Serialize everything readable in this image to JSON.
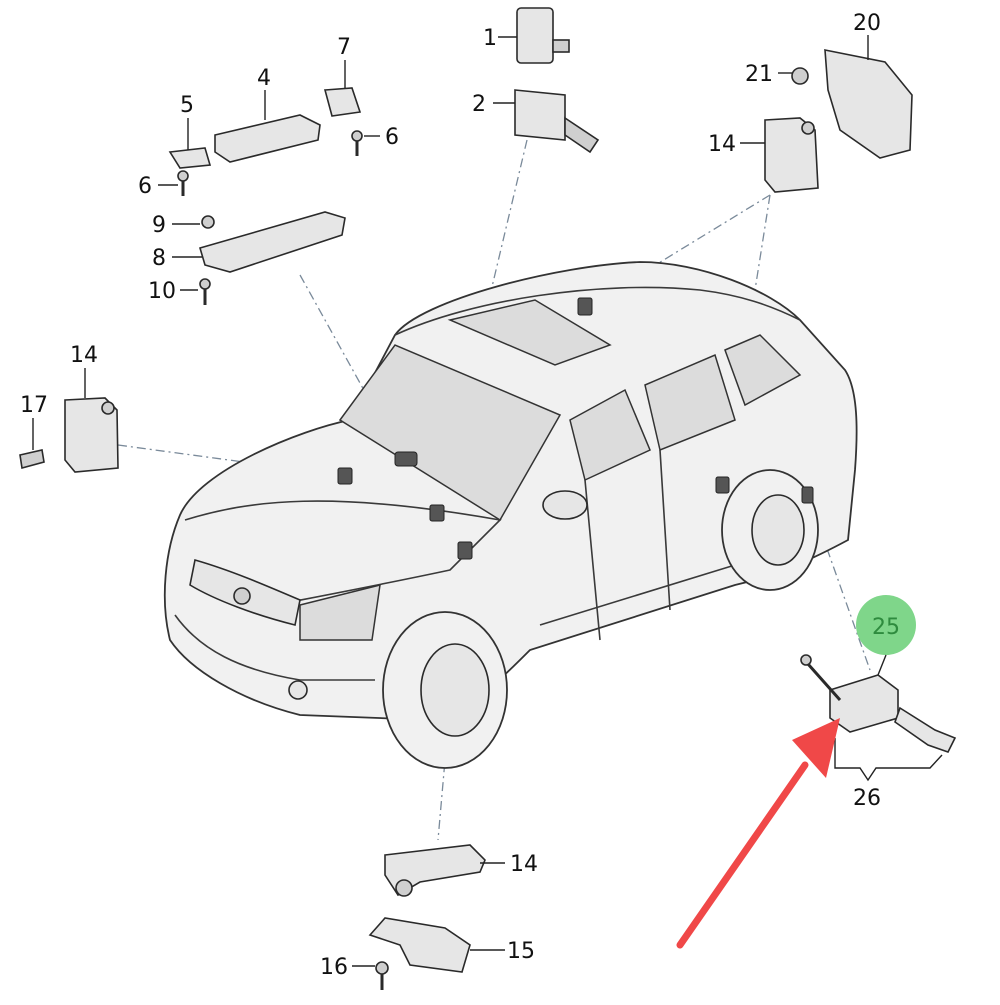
{
  "labels": {
    "l1": "1",
    "l2": "2",
    "l4": "4",
    "l5": "5",
    "l6a": "6",
    "l6b": "6",
    "l7": "7",
    "l8": "8",
    "l9": "9",
    "l10": "10",
    "l14a": "14",
    "l14b": "14",
    "l14c": "14",
    "l15": "15",
    "l16": "16",
    "l17": "17",
    "l20": "20",
    "l21": "21",
    "l25": "25",
    "l26": "26"
  },
  "colors": {
    "highlight_circle": "#7fd68a",
    "highlight_text": "#2e8b3e",
    "arrow": "#f04848"
  }
}
